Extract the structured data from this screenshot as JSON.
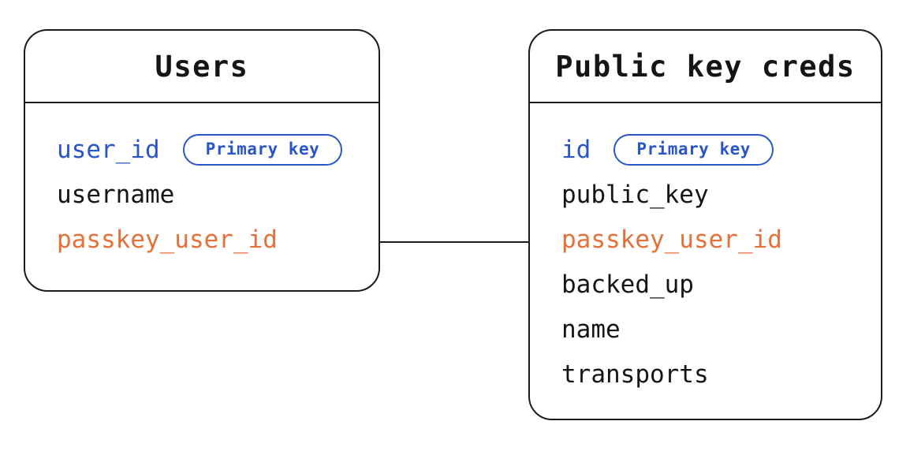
{
  "colors": {
    "accent_blue": "#2856C8",
    "accent_orange": "#E7703A",
    "text": "#151515",
    "line": "#1b1b1b",
    "background": "#ffffff"
  },
  "tables": [
    {
      "name": "Users",
      "fields": [
        {
          "name": "user_id",
          "color": "blue",
          "badge": "Primary key"
        },
        {
          "name": "username",
          "color": "black"
        },
        {
          "name": "passkey_user_id",
          "color": "orange"
        }
      ]
    },
    {
      "name": "Public key creds",
      "fields": [
        {
          "name": "id",
          "color": "blue",
          "badge": "Primary key"
        },
        {
          "name": "public_key",
          "color": "black"
        },
        {
          "name": "passkey_user_id",
          "color": "orange"
        },
        {
          "name": "backed_up",
          "color": "black"
        },
        {
          "name": "name",
          "color": "black"
        },
        {
          "name": "transports",
          "color": "black"
        }
      ]
    }
  ],
  "relation": {
    "from_table": "Users",
    "from_field": "passkey_user_id",
    "to_table": "Public key creds",
    "to_field": "passkey_user_id"
  }
}
